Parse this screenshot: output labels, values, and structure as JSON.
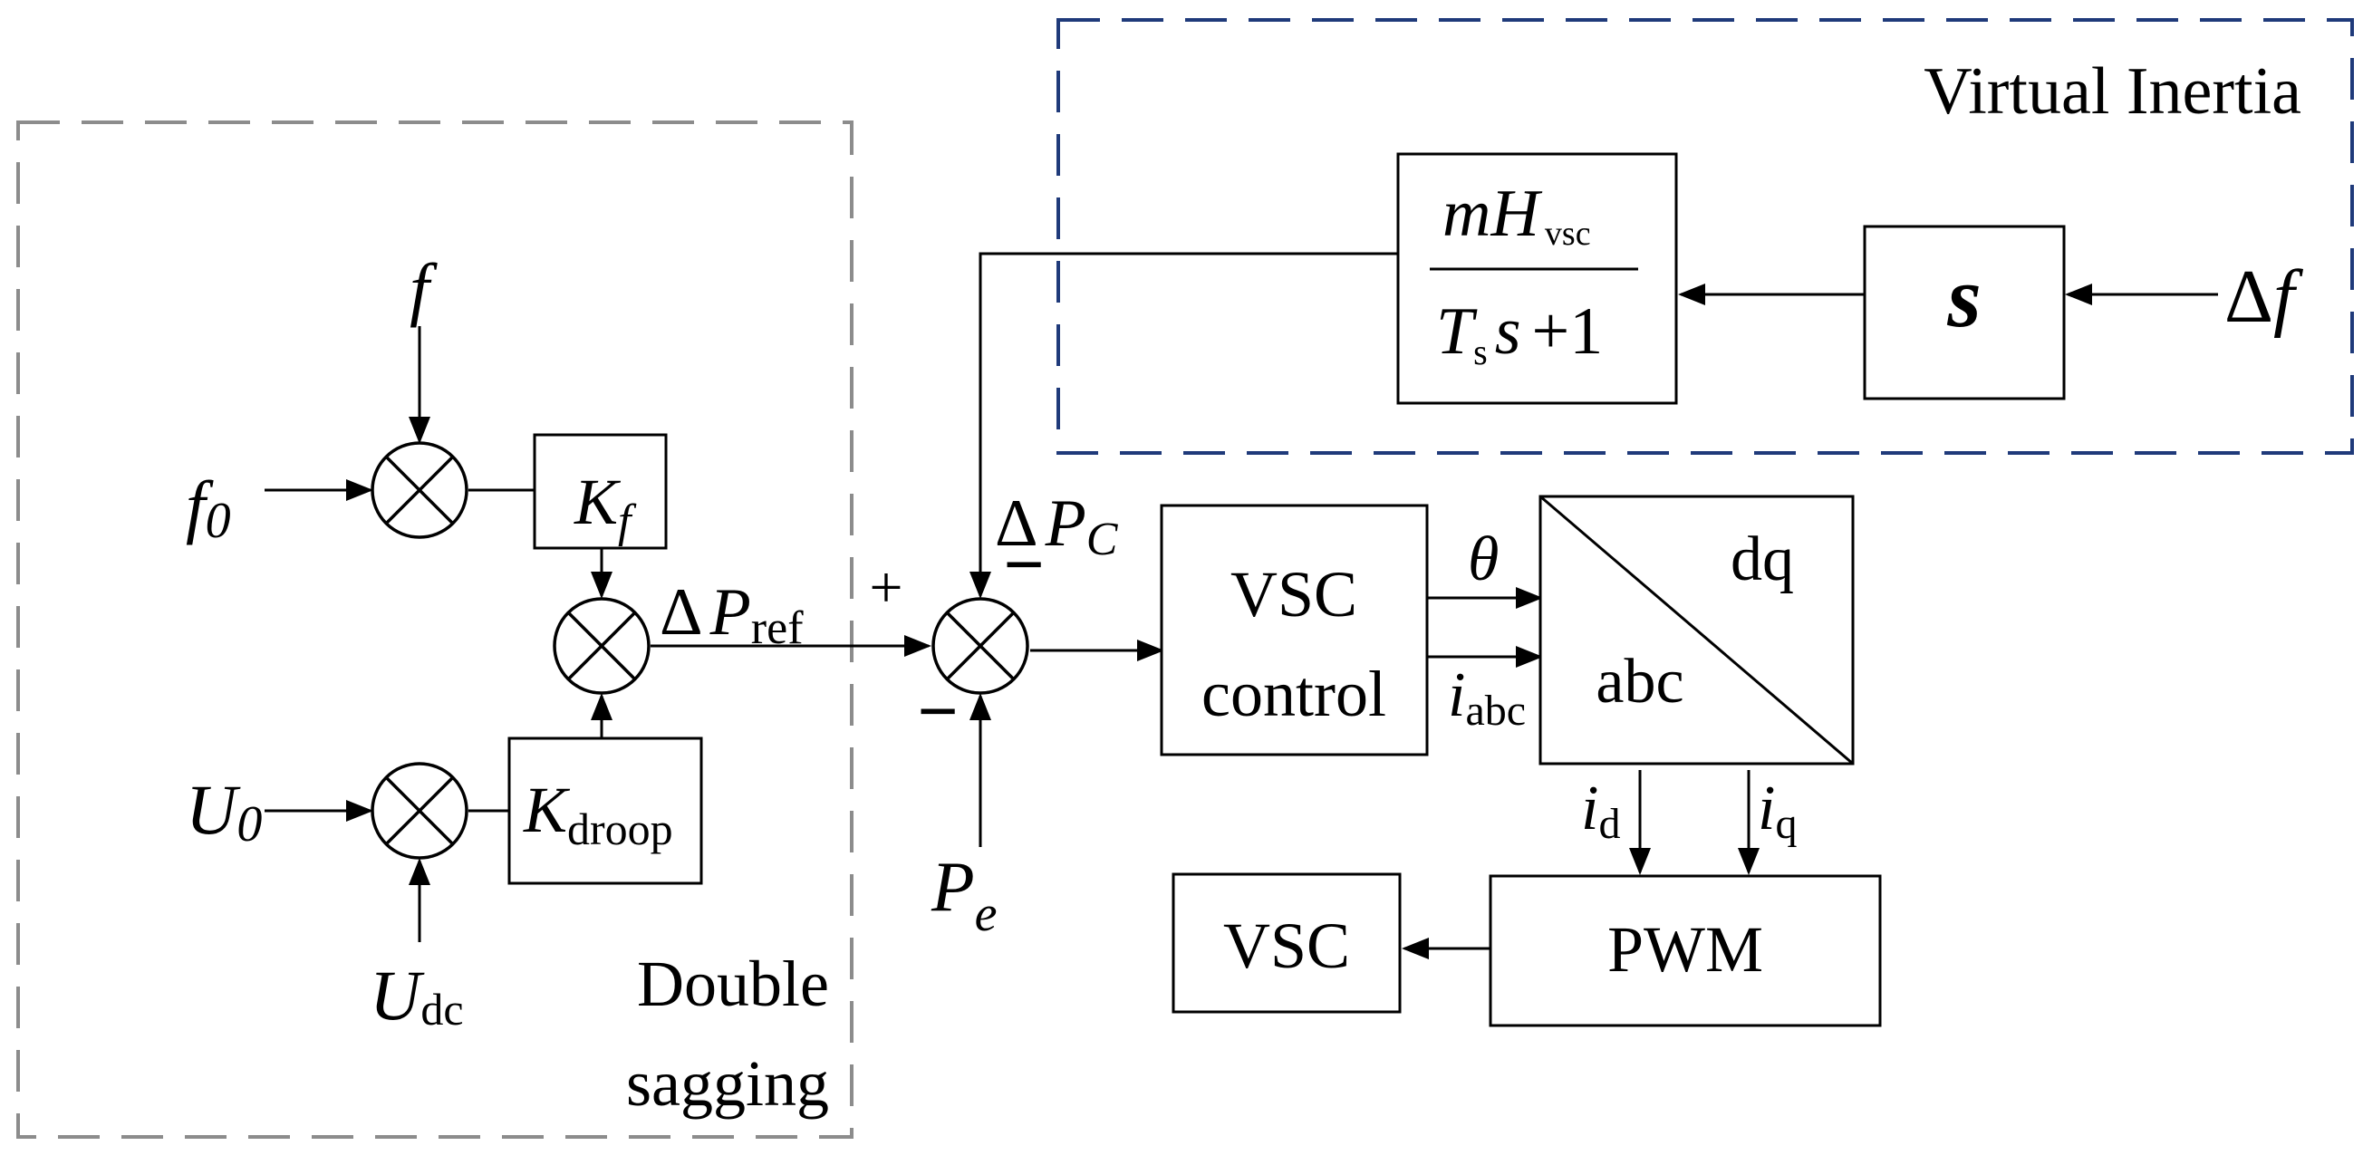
{
  "groups": {
    "double_sagging": {
      "line1": "Double",
      "line2": "sagging",
      "border_color": "#8c8c8c"
    },
    "virtual_inertia": {
      "label": "Virtual Inertia",
      "border_color": "#1f3a7a"
    }
  },
  "inputs": {
    "f": "f",
    "f0": "f",
    "f0_sub": "0",
    "u0": "U",
    "u0_sub": "0",
    "udc": "U",
    "udc_sub": "dc",
    "pe": "P",
    "pe_sub": "e",
    "delta_f_symbol": "Δ",
    "delta_f_var": "f"
  },
  "blocks": {
    "kf": {
      "main": "K",
      "sub": "f"
    },
    "kdroop": {
      "main": "K",
      "sub": "droop"
    },
    "transfer": {
      "num_m": "m",
      "num_h": "H",
      "num_sub": "vsc",
      "den_t": "T",
      "den_sub": "s",
      "den_s": "s",
      "den_rest": "+1"
    },
    "s_block": {
      "label": "s"
    },
    "vsc_control": {
      "line1": "VSC",
      "line2": "control"
    },
    "dq_abc": {
      "top": "dq",
      "bottom": "abc"
    },
    "pwm": {
      "label": "PWM"
    },
    "vsc": {
      "label": "VSC"
    }
  },
  "signals": {
    "delta_pref": {
      "delta": "Δ",
      "var": "P",
      "sub": "ref"
    },
    "delta_pc": {
      "delta": "Δ",
      "var": "P",
      "sub": "C"
    },
    "theta": "θ",
    "iabc": {
      "var": "i",
      "sub": "abc"
    },
    "id": {
      "var": "i",
      "sub": "d"
    },
    "iq": {
      "var": "i",
      "sub": "q"
    }
  },
  "signs": {
    "plus": "+",
    "minus": "−"
  }
}
